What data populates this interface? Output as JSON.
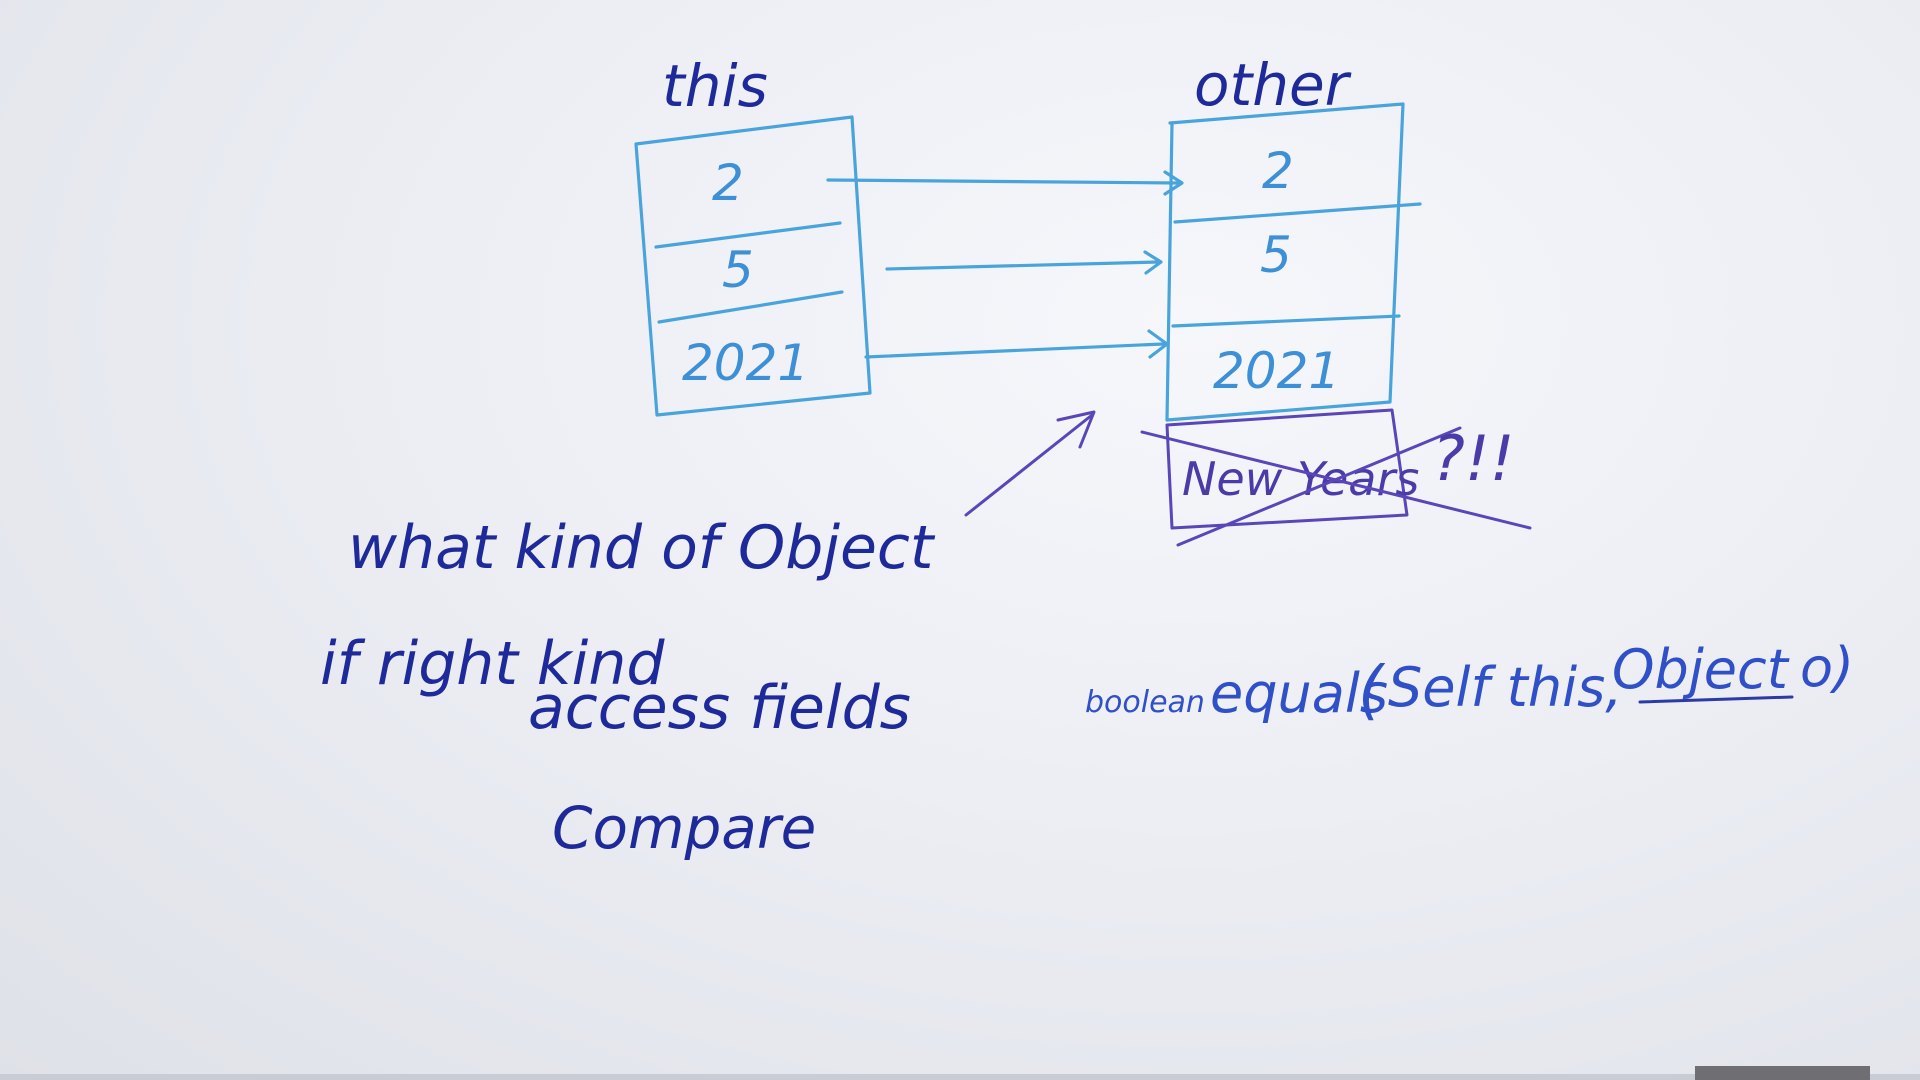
{
  "whiteboard": {
    "this_label": "this",
    "other_label": "other",
    "this_values": [
      "2",
      "5",
      "2021"
    ],
    "other_values": [
      "2",
      "5",
      "2021"
    ],
    "crossed_field": "New Years",
    "exclaim": "?!!",
    "notes": [
      "what kind of Object",
      "if right kind",
      "access fields",
      "Compare"
    ],
    "signature": {
      "return_type": "boolean",
      "method": "equals",
      "open_paren": "(",
      "param1": "Self this,",
      "param2_type": "Object",
      "param2_name": "o)"
    }
  }
}
